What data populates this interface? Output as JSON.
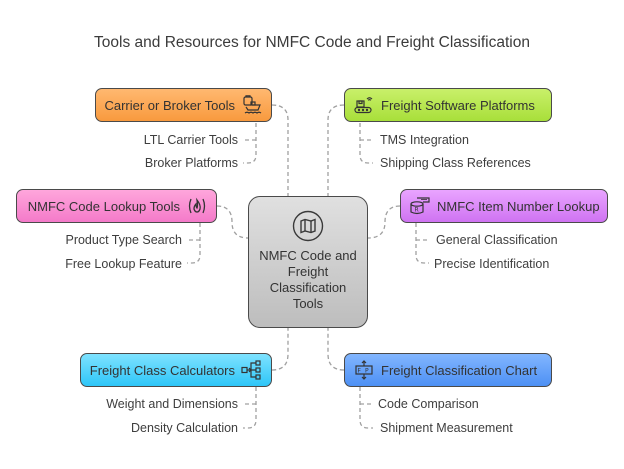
{
  "title": "Tools and Resources for NMFC Code and Freight Classification",
  "center": {
    "label": "NMFC Code and Freight Classification Tools",
    "icon": "map-icon"
  },
  "branches": [
    {
      "id": "carrier",
      "label": "Carrier or Broker Tools",
      "icon": "cargo-ship-icon",
      "color": "#f89a3e",
      "items": [
        "LTL Carrier Tools",
        "Broker Platforms"
      ]
    },
    {
      "id": "software",
      "label": "Freight Software Platforms",
      "icon": "conveyor-wifi-icon",
      "color": "#a8df3a",
      "items": [
        "TMS Integration",
        "Shipping Class References"
      ]
    },
    {
      "id": "lookup",
      "label": "NMFC Code Lookup Tools",
      "icon": "flame-icon",
      "color": "#f47ac9",
      "items": [
        "Product Type Search",
        "Free Lookup Feature"
      ]
    },
    {
      "id": "item",
      "label": "NMFC Item Number Lookup",
      "icon": "database-tag-icon",
      "color": "#cf73f2",
      "items": [
        "General Classification",
        "Precise Identification"
      ]
    },
    {
      "id": "calculators",
      "label": "Freight Class Calculators",
      "icon": "network-nodes-icon",
      "color": "#2ec6f8",
      "items": [
        "Weight and Dimensions",
        "Density Calculation"
      ]
    },
    {
      "id": "chart",
      "label": "Freight Classification Chart",
      "icon": "resize-chart-icon",
      "color": "#4d90f4",
      "items": [
        "Code Comparison",
        "Shipment Measurement"
      ]
    }
  ]
}
